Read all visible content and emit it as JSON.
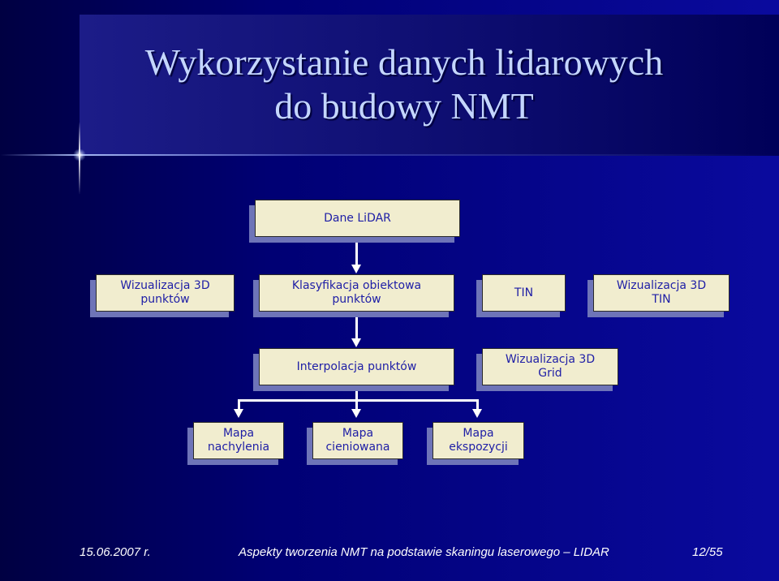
{
  "slide": {
    "title_line1": "Wykorzystanie danych lidarowych",
    "title_line2": "do budowy NMT"
  },
  "diagram": {
    "nodes": {
      "dane_lidar": "Dane LiDAR",
      "wizualizacja_punktow": [
        "Wizualizacja 3D",
        "punktów"
      ],
      "klasyfikacja": [
        "Klasyfikacja obiektowa",
        "punktów"
      ],
      "tin": "TIN",
      "wizualizacja_tin": [
        "Wizualizacja 3D",
        "TIN"
      ],
      "interpolacja": "Interpolacja punktów",
      "wizualizacja_grid": [
        "Wizualizacja 3D",
        "Grid"
      ],
      "mapa_nachylenia": [
        "Mapa",
        "nachylenia"
      ],
      "mapa_cieniowana": [
        "Mapa",
        "cieniowana"
      ],
      "mapa_ekspozycji": [
        "Mapa",
        "ekspozycji"
      ]
    }
  },
  "footer": {
    "date": "15.06.2007 r.",
    "text": "Aspekty tworzenia NMT na podstawie skaningu laserowego – LIDAR",
    "page": "12/55"
  },
  "colors": {
    "node_fill": "#f1edcf",
    "node_text": "#1e1ea6",
    "node_shadow": "#6e74b8",
    "title_text": "#c4d6ff",
    "background": "#00007a"
  }
}
